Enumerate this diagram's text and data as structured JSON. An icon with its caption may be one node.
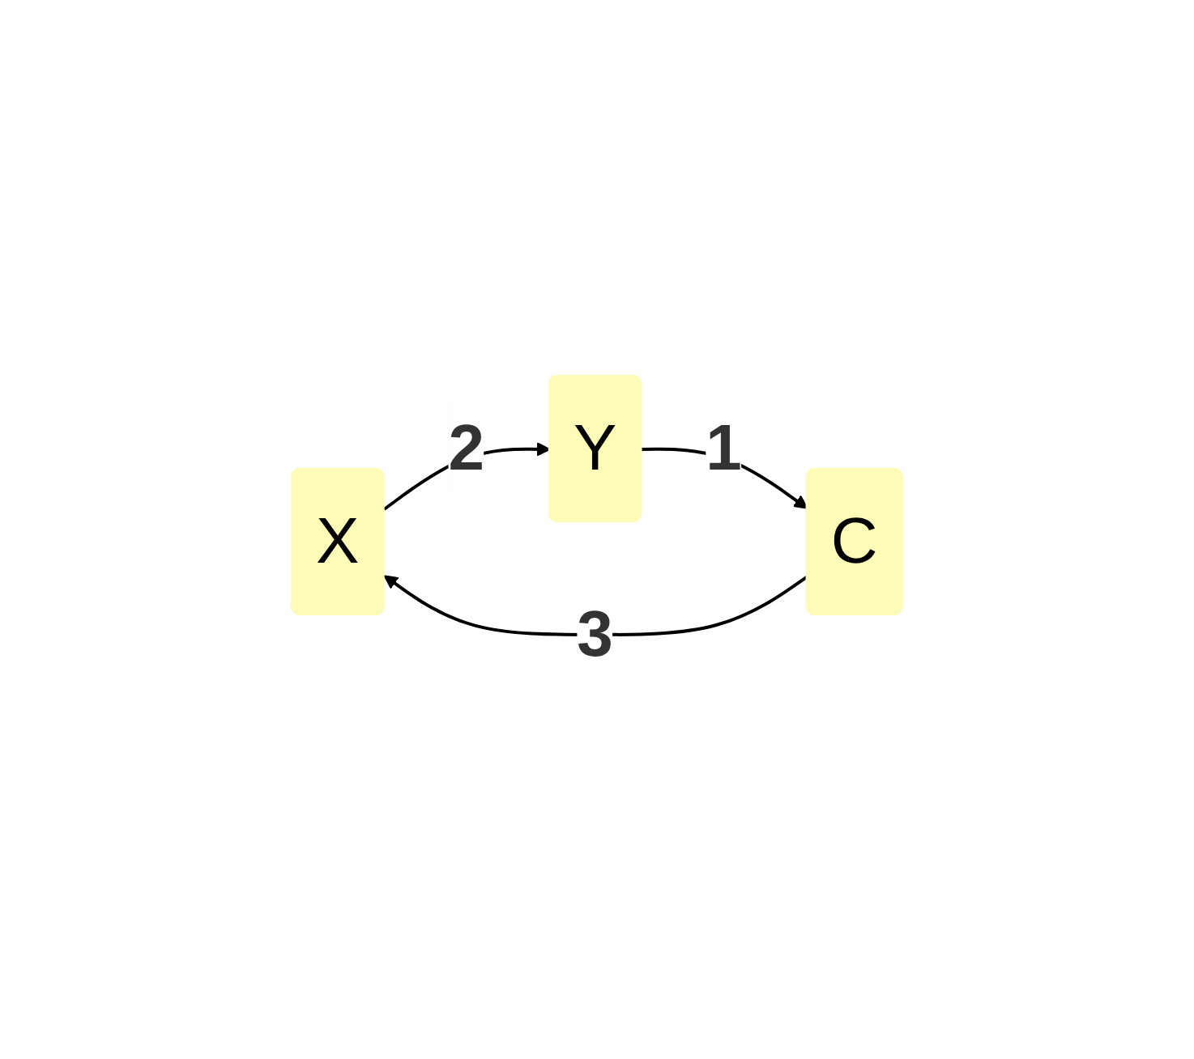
{
  "diagram": {
    "nodes": [
      {
        "text": [
          "X"
        ]
      },
      {
        "text": [
          "C"
        ]
      },
      {
        "text": [
          "Y"
        ]
      }
    ],
    "edges": [
      {
        "from": 2,
        "to": 1,
        "arrow": "to",
        "label": "1"
      },
      {
        "from": 0,
        "to": 2,
        "arrow": "to",
        "label": "2"
      },
      {
        "from": 1,
        "to": 0,
        "arrow": "to",
        "label": "3"
      }
    ]
  }
}
